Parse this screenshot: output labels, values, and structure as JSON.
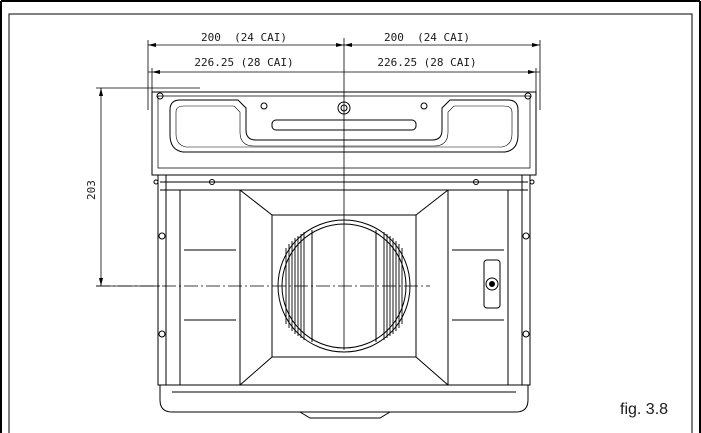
{
  "dimensions": {
    "top_left_upper": "200  (24 CAI)",
    "top_right_upper": "200  (24 CAI)",
    "top_left_lower": "226.25 (28 CAI)",
    "top_right_lower": "226.25 (28 CAI)",
    "side_vertical": "203"
  },
  "caption": "fig. 3.8"
}
